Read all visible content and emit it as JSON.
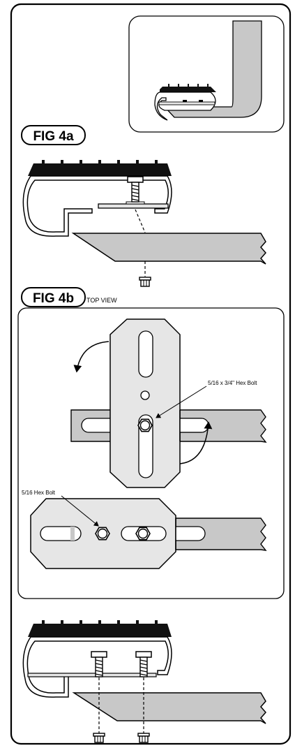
{
  "figures": {
    "fig4a": {
      "label": "FIG 4a"
    },
    "fig4b": {
      "label": "FIG 4b",
      "subtitle": "TOP VIEW"
    }
  },
  "callouts": {
    "hex_bolt_long": "5/16 x 3/4\" Hex Bolt",
    "hex_bolt": "5/16 Hex Bolt"
  },
  "colors": {
    "line": "#000000",
    "plate": "#e6e6e6",
    "bar": "#c8c8c8",
    "tread": "#111111",
    "paper": "#ffffff"
  }
}
